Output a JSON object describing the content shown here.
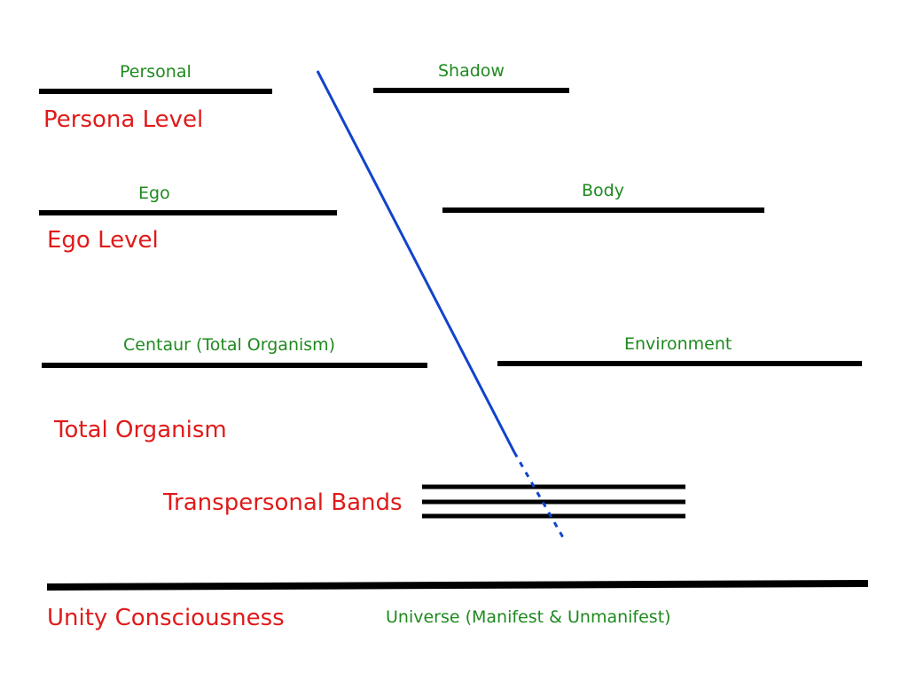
{
  "colors": {
    "background": "#ffffff",
    "level_label": "#e01a1a",
    "dualism_label": "#1e8a1e",
    "line": "#000000",
    "spectrum_line": "#1144cc"
  },
  "levels": {
    "persona": {
      "label": "Persona Level",
      "left_term": "Personal",
      "right_term": "Shadow"
    },
    "ego": {
      "label": "Ego Level",
      "left_term": "Ego",
      "right_term": "Body"
    },
    "total_organism": {
      "label": "Total Organism",
      "left_term": "Centaur (Total Organism)",
      "right_term": "Environment"
    },
    "transpersonal": {
      "label": "Transpersonal Bands"
    },
    "unity": {
      "label": "Unity Consciousness",
      "term": "Universe (Manifest & Unmanifest)"
    }
  }
}
